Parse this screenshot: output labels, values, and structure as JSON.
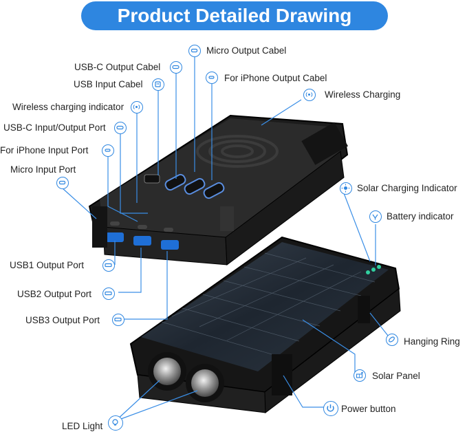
{
  "title": "Product Detailed Drawing",
  "labels": {
    "micro_output_cabel": "Micro Output Cabel",
    "usb_c_output_cabel": "USB-C  Output Cabel",
    "usb_input_cabel": "USB  Input Cabel",
    "iphone_output_cabel": "For iPhone Output Cabel",
    "wireless_charging": "Wireless Charging",
    "wireless_indicator": "Wireless charging indicator",
    "usb_c_io_port": "USB-C  Input/Output Port",
    "iphone_input_port": "For iPhone  Input Port",
    "micro_input_port": "Micro  Input Port",
    "solar_charging_indicator": "Solar Charging Indicator",
    "battery_indicator": "Battery indicator",
    "usb1_output_port": "USB1 Output Port",
    "usb2_output_port": "USB2 Output Port",
    "usb3_output_port": "USB3 Output Port",
    "hanging_ring": "Hanging Ring",
    "solar_panel": "Solar Panel",
    "power_button": "Power button",
    "led_light": "LED Light"
  },
  "colors": {
    "accent": "#2e86e0",
    "callout_line": "#3a8ee6",
    "device_body": "#2a2a2a"
  }
}
